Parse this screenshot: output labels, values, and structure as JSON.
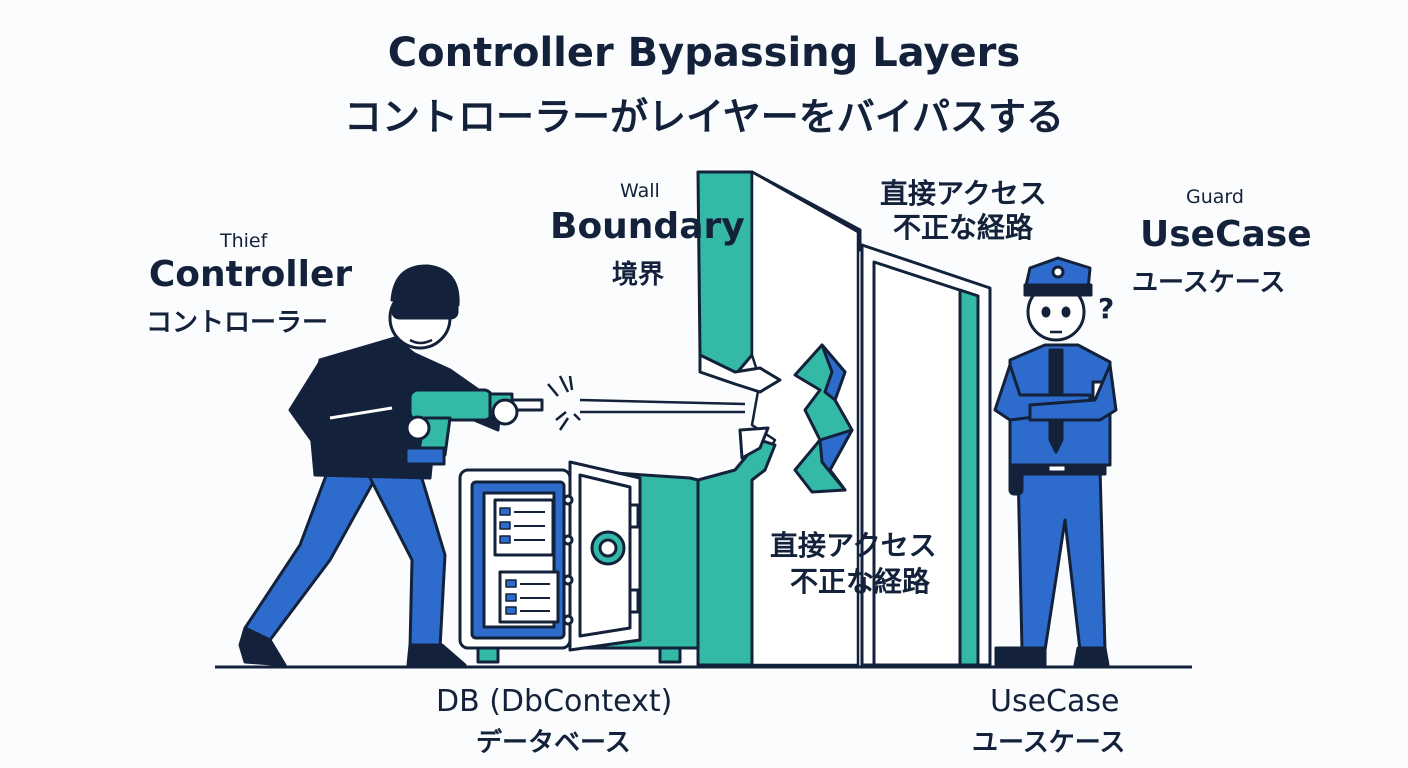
{
  "title": {
    "en": "Controller Bypassing Layers",
    "ja": "コントローラーがレイヤーをバイパスする"
  },
  "thief": {
    "role": "Thief",
    "name": "Controller",
    "name_ja": "コントローラー"
  },
  "wall": {
    "role": "Wall",
    "name": "Boundary",
    "name_ja": "境界"
  },
  "direct_access_top": {
    "line1": "直接アクセス",
    "line2": "不正な経路"
  },
  "direct_access_mid": {
    "line1": "直接アクセス",
    "line2": "不正な経路"
  },
  "guard": {
    "role": "Guard",
    "name": "UseCase",
    "name_ja": "ユースケース"
  },
  "db": {
    "name": "DB (DbContext)",
    "name_ja": "データベース"
  },
  "door": {
    "name": "UseCase",
    "name_ja": "ユースケース"
  },
  "colors": {
    "navy": "#13223a",
    "teal": "#33b9a5",
    "blue": "#2d6ccc",
    "light_blue": "#dbe8f8"
  },
  "icons": [
    "drill-icon",
    "safe-icon",
    "door-icon",
    "police-cap-icon",
    "question-mark-icon"
  ]
}
